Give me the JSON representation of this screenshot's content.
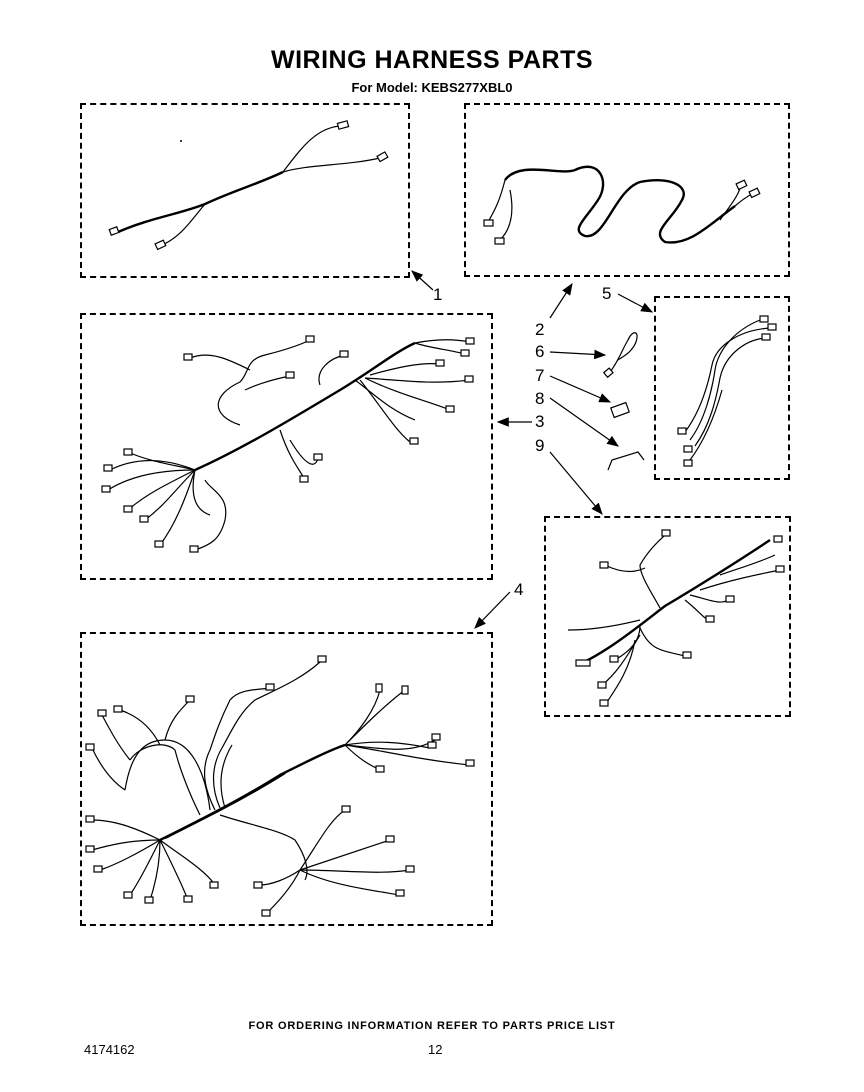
{
  "header": {
    "title": "WIRING HARNESS PARTS",
    "subtitle": "For Model: KEBS277XBL0"
  },
  "callouts": [
    {
      "id": "1",
      "label": "1"
    },
    {
      "id": "2",
      "label": "2"
    },
    {
      "id": "6",
      "label": "6"
    },
    {
      "id": "7",
      "label": "7"
    },
    {
      "id": "8",
      "label": "8"
    },
    {
      "id": "3",
      "label": "3"
    },
    {
      "id": "9",
      "label": "9"
    },
    {
      "id": "5",
      "label": "5"
    },
    {
      "id": "4",
      "label": "4"
    }
  ],
  "footer": {
    "instruction": "FOR ORDERING INFORMATION REFER TO PARTS PRICE LIST",
    "doc_number": "4174162",
    "page_number": "12"
  }
}
